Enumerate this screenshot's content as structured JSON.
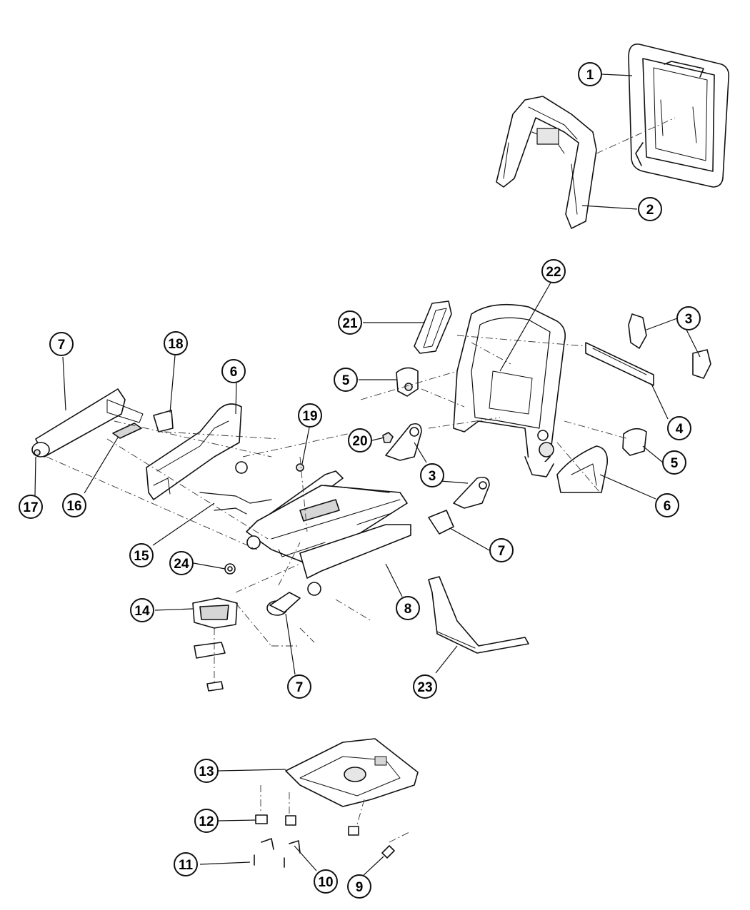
{
  "callouts": [
    {
      "id": "1",
      "label": "1"
    },
    {
      "id": "2",
      "label": "2"
    },
    {
      "id": "3a",
      "label": "3"
    },
    {
      "id": "4",
      "label": "4"
    },
    {
      "id": "5a",
      "label": "5"
    },
    {
      "id": "5b",
      "label": "5"
    },
    {
      "id": "6a",
      "label": "6"
    },
    {
      "id": "6b",
      "label": "6"
    },
    {
      "id": "3b",
      "label": "3"
    },
    {
      "id": "3c",
      "label": "3"
    },
    {
      "id": "7a",
      "label": "7"
    },
    {
      "id": "7b",
      "label": "7"
    },
    {
      "id": "7c",
      "label": "7"
    },
    {
      "id": "8",
      "label": "8"
    },
    {
      "id": "9",
      "label": "9"
    },
    {
      "id": "10",
      "label": "10"
    },
    {
      "id": "11",
      "label": "11"
    },
    {
      "id": "12",
      "label": "12"
    },
    {
      "id": "13",
      "label": "13"
    },
    {
      "id": "14",
      "label": "14"
    },
    {
      "id": "15",
      "label": "15"
    },
    {
      "id": "16",
      "label": "16"
    },
    {
      "id": "17",
      "label": "17"
    },
    {
      "id": "18",
      "label": "18"
    },
    {
      "id": "19",
      "label": "19"
    },
    {
      "id": "20",
      "label": "20"
    },
    {
      "id": "21",
      "label": "21"
    },
    {
      "id": "22",
      "label": "22"
    },
    {
      "id": "23",
      "label": "23"
    },
    {
      "id": "24",
      "label": "24"
    }
  ],
  "colors": {
    "ink": "#111111",
    "paper": "#ffffff",
    "shade": "#8a8a8a"
  }
}
